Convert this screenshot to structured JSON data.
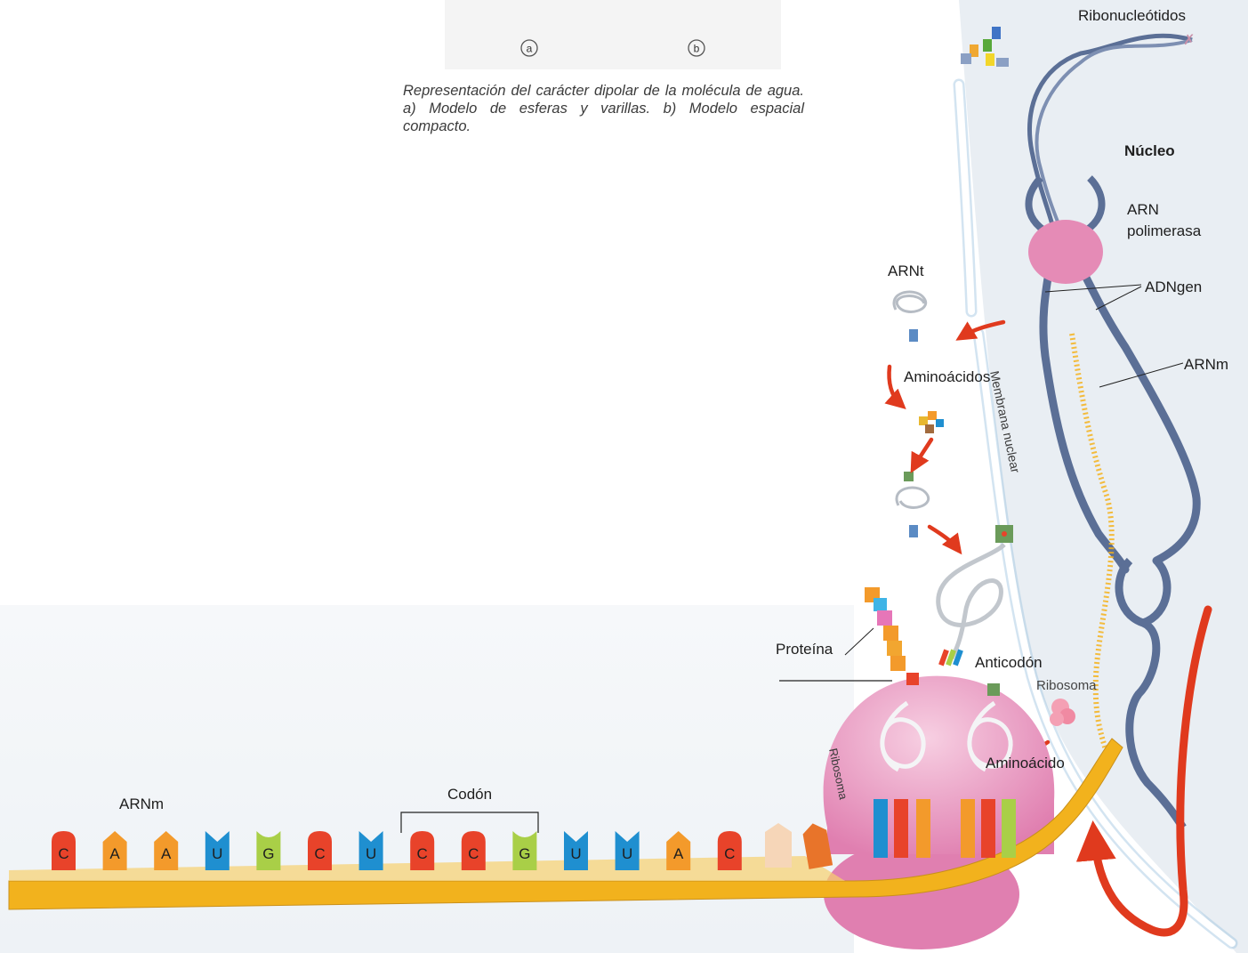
{
  "top_figure": {
    "label_a": "a",
    "label_b": "b",
    "caption": "Representación del carácter dipolar de la molécula de agua. a) Modelo de esferas y varillas. b) Modelo espacial compacto."
  },
  "labels": {
    "ribonucleotidos": "Ribonucleótidos",
    "nucleo": "Núcleo",
    "arn_polimerasa_1": "ARN",
    "arn_polimerasa_2": "polimerasa",
    "adngen": "ADNgen",
    "arnm_right": "ARNm",
    "arnt": "ARNt",
    "aminoacidos": "Aminoácidos",
    "membrana_nuclear": "Membrana nuclear",
    "proteina": "Proteína",
    "anticodon": "Anticodón",
    "ribosoma_small": "Ribosoma",
    "ribosoma_body": "Ribosoma",
    "aminoacido": "Aminoácido",
    "codon": "Codón",
    "arnm_left": "ARNm"
  },
  "mrna_sequence": [
    "C",
    "A",
    "A",
    "U",
    "G",
    "C",
    "U",
    "C",
    "C",
    "G",
    "U",
    "U",
    "A",
    "C"
  ],
  "colors": {
    "C": "#e8432a",
    "A": "#f39a2b",
    "U": "#1f8fd0",
    "G": "#a9cf47",
    "nucleus_bg": "#e9eef3",
    "dna_strand": "#5b6f96",
    "mrna_strand": "#f4b21b",
    "ribosome": "#e58bb6",
    "arrow": "#e03a1e"
  }
}
